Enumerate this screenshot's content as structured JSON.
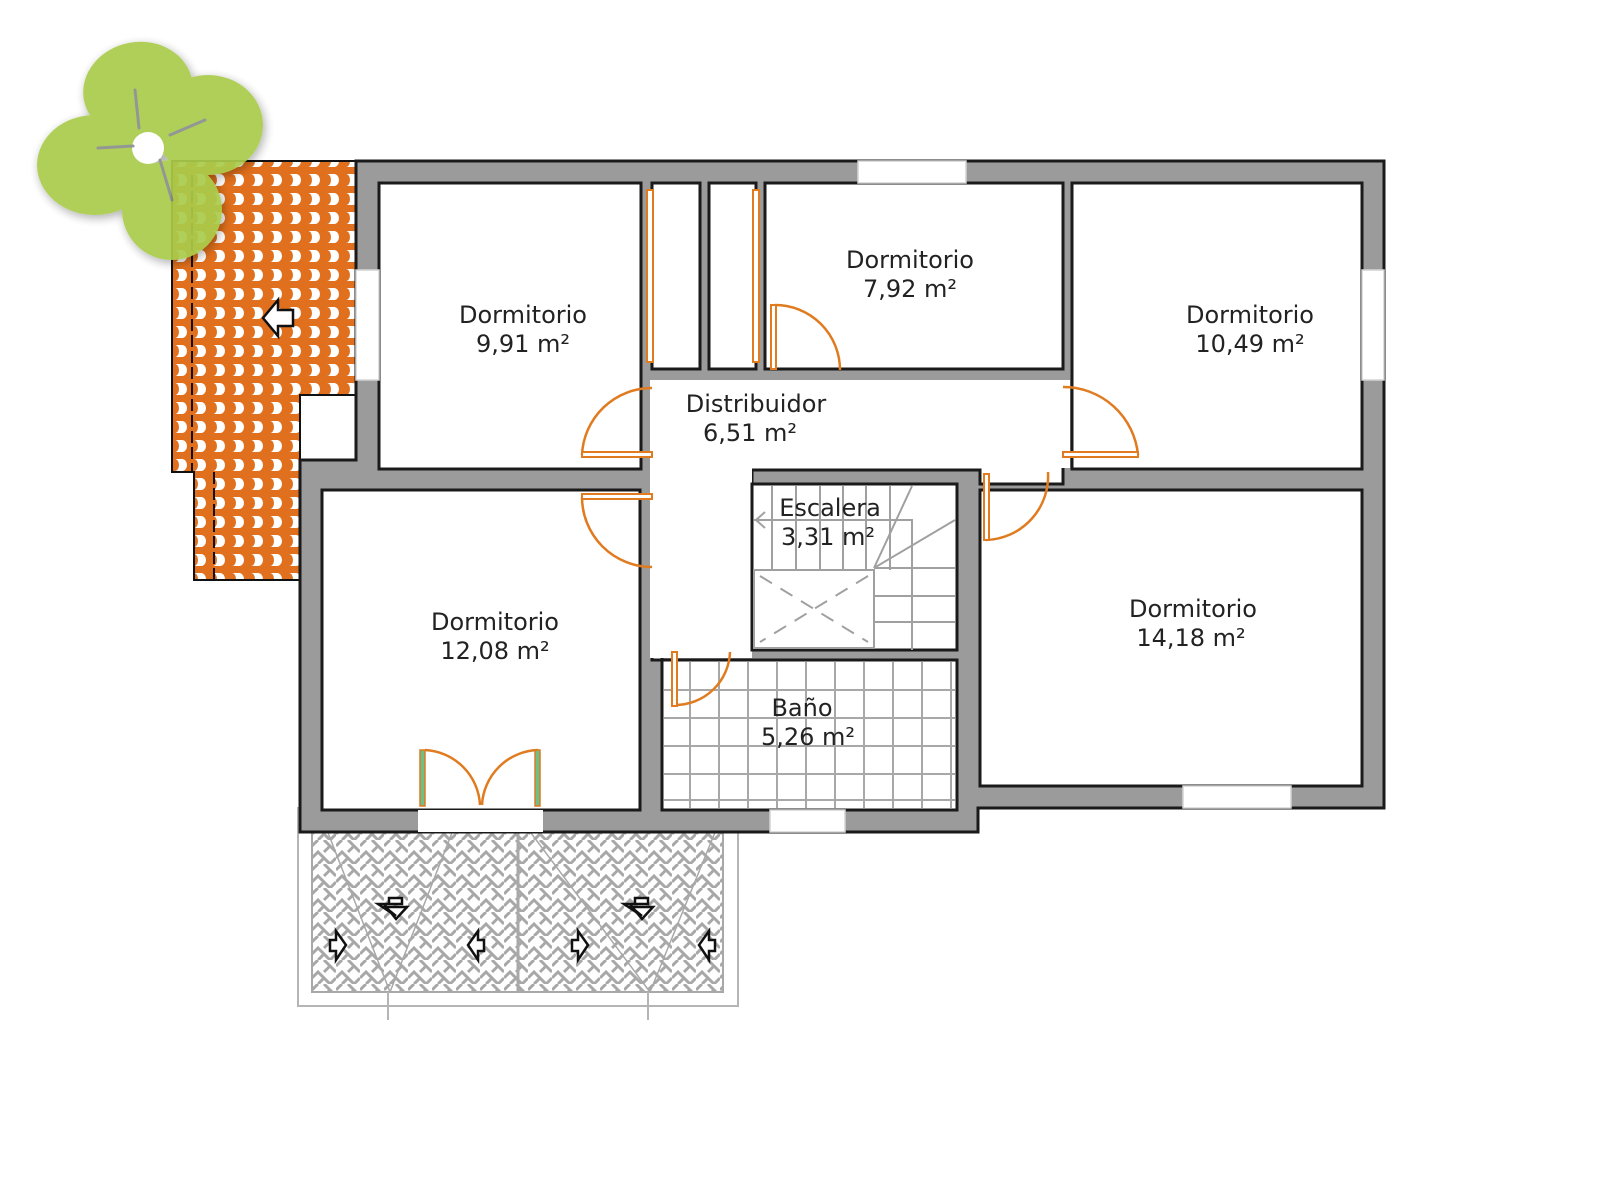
{
  "logo": {
    "name": "green-flower-logo",
    "color": "#a9cc4b"
  },
  "colors": {
    "wall": "#9b9b9b",
    "wall_outline": "#1a1a1a",
    "door": "#e07b20",
    "roof_tile": "#e0701d",
    "terrace_pattern": "#a8a8a8",
    "glass": "#6cc08a"
  },
  "rooms": [
    {
      "id": "dormitorio-1",
      "name": "Dormitorio",
      "area": "9,91 m²"
    },
    {
      "id": "dormitorio-2",
      "name": "Dormitorio",
      "area": "7,92 m²"
    },
    {
      "id": "dormitorio-3",
      "name": "Dormitorio",
      "area": "10,49 m²"
    },
    {
      "id": "distribuidor",
      "name": "Distribuidor",
      "area": "6,51 m²"
    },
    {
      "id": "escalera",
      "name": "Escalera",
      "area": "3,31 m²"
    },
    {
      "id": "dormitorio-4",
      "name": "Dormitorio",
      "area": "12,08 m²"
    },
    {
      "id": "bano",
      "name": "Baño",
      "area": "5,26 m²"
    },
    {
      "id": "dormitorio-5",
      "name": "Dormitorio",
      "area": "14,18 m²"
    }
  ],
  "roof": {
    "label": "tiled-roof",
    "slope_arrows": 1
  },
  "terrace": {
    "label": "terrace",
    "slope_arrows": 6
  }
}
